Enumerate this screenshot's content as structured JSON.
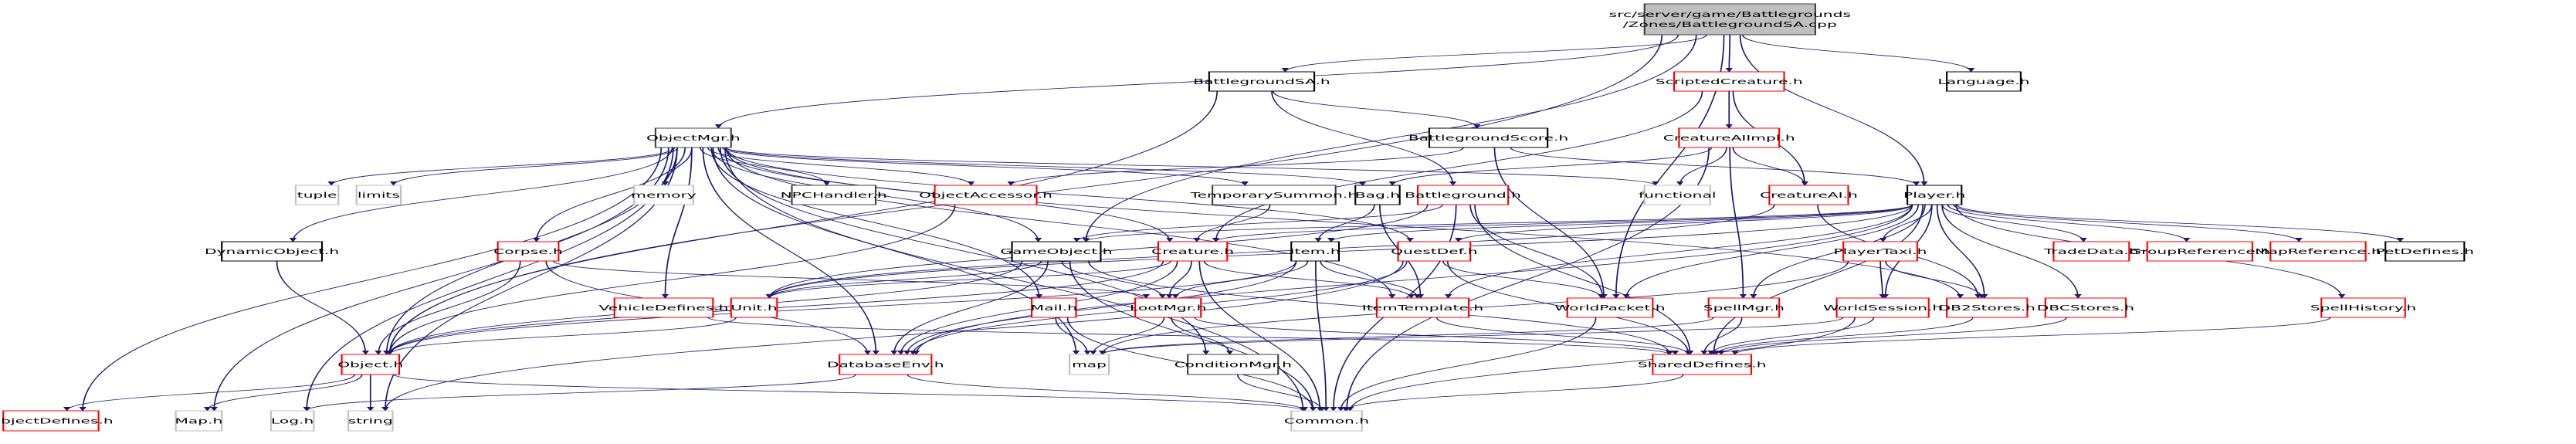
{
  "colors": {
    "edge": "#191970",
    "red": "#ff0000",
    "black": "#000000",
    "gray": "#bfbfbf",
    "dark": "#404040",
    "source_fill": "#bfbfbf"
  },
  "nodes": [
    {
      "id": "src",
      "label": [
        "src/server/game/Battlegrounds",
        "/Zones/BattlegroundSA.cpp"
      ],
      "style": "source"
    },
    {
      "id": "BattlegroundSA",
      "label": "BattlegroundSA.h",
      "style": "black"
    },
    {
      "id": "ScriptedCreature",
      "label": "ScriptedCreature.h",
      "style": "red"
    },
    {
      "id": "Language",
      "label": "Language.h",
      "style": "black"
    },
    {
      "id": "ObjectMgr",
      "label": "ObjectMgr.h",
      "style": "dark"
    },
    {
      "id": "BattlegroundScore",
      "label": "BattlegroundScore.h",
      "style": "black"
    },
    {
      "id": "CreatureAIImpl",
      "label": "CreatureAIImpl.h",
      "style": "red"
    },
    {
      "id": "tuple",
      "label": "tuple",
      "style": "gray"
    },
    {
      "id": "limits",
      "label": "limits",
      "style": "gray"
    },
    {
      "id": "memory",
      "label": "memory",
      "style": "gray"
    },
    {
      "id": "NPCHandler",
      "label": "NPCHandler.h",
      "style": "dark"
    },
    {
      "id": "ObjectAccessor",
      "label": "ObjectAccessor.h",
      "style": "red"
    },
    {
      "id": "TemporarySummon",
      "label": "TemporarySummon.h",
      "style": "dark"
    },
    {
      "id": "Bag",
      "label": "Bag.h",
      "style": "black"
    },
    {
      "id": "Battleground",
      "label": "Battleground.h",
      "style": "red"
    },
    {
      "id": "functional",
      "label": "functional",
      "style": "gray"
    },
    {
      "id": "CreatureAI",
      "label": "CreatureAI.h",
      "style": "red"
    },
    {
      "id": "Player",
      "label": "Player.h",
      "style": "black"
    },
    {
      "id": "DynamicObject",
      "label": "DynamicObject.h",
      "style": "black"
    },
    {
      "id": "Corpse",
      "label": "Corpse.h",
      "style": "red"
    },
    {
      "id": "GameObject",
      "label": "GameObject.h",
      "style": "black"
    },
    {
      "id": "Creature",
      "label": "Creature.h",
      "style": "red"
    },
    {
      "id": "Item",
      "label": "Item.h",
      "style": "black"
    },
    {
      "id": "QuestDef",
      "label": "QuestDef.h",
      "style": "red"
    },
    {
      "id": "PlayerTaxi",
      "label": "PlayerTaxi.h",
      "style": "red"
    },
    {
      "id": "TradeData",
      "label": "TradeData.h",
      "style": "red"
    },
    {
      "id": "GroupReference",
      "label": "GroupReference.h",
      "style": "red"
    },
    {
      "id": "MapReference",
      "label": "MapReference.h",
      "style": "red"
    },
    {
      "id": "PetDefines",
      "label": "PetDefines.h",
      "style": "black"
    },
    {
      "id": "VehicleDefines",
      "label": "VehicleDefines.h",
      "style": "red"
    },
    {
      "id": "Unit",
      "label": "Unit.h",
      "style": "red"
    },
    {
      "id": "Mail",
      "label": "Mail.h",
      "style": "red"
    },
    {
      "id": "LootMgr",
      "label": "LootMgr.h",
      "style": "red"
    },
    {
      "id": "ItemTemplate",
      "label": "ItemTemplate.h",
      "style": "red"
    },
    {
      "id": "WorldPacket",
      "label": "WorldPacket.h",
      "style": "red"
    },
    {
      "id": "SpellMgr",
      "label": "SpellMgr.h",
      "style": "red"
    },
    {
      "id": "WorldSession",
      "label": "WorldSession.h",
      "style": "red"
    },
    {
      "id": "DB2Stores",
      "label": "DB2Stores.h",
      "style": "red"
    },
    {
      "id": "DBCStores",
      "label": "DBCStores.h",
      "style": "red"
    },
    {
      "id": "SpellHistory",
      "label": "SpellHistory.h",
      "style": "red"
    },
    {
      "id": "Object",
      "label": "Object.h",
      "style": "red"
    },
    {
      "id": "DatabaseEnv",
      "label": "DatabaseEnv.h",
      "style": "red"
    },
    {
      "id": "map",
      "label": "map",
      "style": "gray"
    },
    {
      "id": "ConditionMgr",
      "label": "ConditionMgr.h",
      "style": "dark"
    },
    {
      "id": "SharedDefines",
      "label": "SharedDefines.h",
      "style": "red"
    },
    {
      "id": "ObjectDefines",
      "label": "ObjectDefines.h",
      "style": "red"
    },
    {
      "id": "Map",
      "label": "Map.h",
      "style": "gray"
    },
    {
      "id": "Log",
      "label": "Log.h",
      "style": "gray"
    },
    {
      "id": "string",
      "label": "string",
      "style": "gray"
    },
    {
      "id": "Common",
      "label": "Common.h",
      "style": "gray"
    }
  ],
  "edges": [
    [
      "src",
      "ObjectMgr"
    ],
    [
      "src",
      "BattlegroundSA"
    ],
    [
      "src",
      "ScriptedCreature"
    ],
    [
      "src",
      "Language"
    ],
    [
      "src",
      "Player"
    ],
    [
      "src",
      "GameObject"
    ],
    [
      "src",
      "WorldPacket"
    ],
    [
      "src",
      "Object"
    ],
    [
      "BattlegroundSA",
      "Object"
    ],
    [
      "BattlegroundSA",
      "BattlegroundScore"
    ],
    [
      "BattlegroundSA",
      "Battleground"
    ],
    [
      "BattlegroundScore",
      "ObjectAccessor"
    ],
    [
      "BattlegroundScore",
      "Player"
    ],
    [
      "BattlegroundScore",
      "WorldPacket"
    ],
    [
      "ScriptedCreature",
      "CreatureAIImpl"
    ],
    [
      "ScriptedCreature",
      "CreatureAI"
    ],
    [
      "ScriptedCreature",
      "Creature"
    ],
    [
      "CreatureAIImpl",
      "CreatureAI"
    ],
    [
      "CreatureAIImpl",
      "functional"
    ],
    [
      "CreatureAIImpl",
      "SpellMgr"
    ],
    [
      "CreatureAIImpl",
      "Common"
    ],
    [
      "CreatureAIImpl",
      "Bag"
    ],
    [
      "ObjectMgr",
      "tuple"
    ],
    [
      "ObjectMgr",
      "limits"
    ],
    [
      "ObjectMgr",
      "memory"
    ],
    [
      "ObjectMgr",
      "NPCHandler"
    ],
    [
      "ObjectMgr",
      "DynamicObject"
    ],
    [
      "ObjectMgr",
      "Corpse"
    ],
    [
      "ObjectMgr",
      "VehicleDefines"
    ],
    [
      "ObjectMgr",
      "Object"
    ],
    [
      "ObjectMgr",
      "ObjectDefines"
    ],
    [
      "ObjectMgr",
      "Map"
    ],
    [
      "ObjectMgr",
      "Log"
    ],
    [
      "ObjectMgr",
      "string"
    ],
    [
      "ObjectMgr",
      "ObjectAccessor"
    ],
    [
      "ObjectMgr",
      "TemporarySummon"
    ],
    [
      "ObjectMgr",
      "Bag"
    ],
    [
      "ObjectMgr",
      "GameObject"
    ],
    [
      "ObjectMgr",
      "Creature"
    ],
    [
      "ObjectMgr",
      "QuestDef"
    ],
    [
      "ObjectMgr",
      "Mail"
    ],
    [
      "ObjectMgr",
      "ConditionMgr"
    ],
    [
      "ObjectMgr",
      "DatabaseEnv"
    ],
    [
      "ObjectMgr",
      "ItemTemplate"
    ],
    [
      "ObjectMgr",
      "functional"
    ],
    [
      "ObjectMgr",
      "DB2Stores"
    ],
    [
      "ObjectMgr",
      "Common"
    ],
    [
      "ObjectMgr",
      "map"
    ],
    [
      "Player",
      "TradeData"
    ],
    [
      "Player",
      "GroupReference"
    ],
    [
      "Player",
      "MapReference"
    ],
    [
      "Player",
      "PetDefines"
    ],
    [
      "Player",
      "PlayerTaxi"
    ],
    [
      "Player",
      "DB2Stores"
    ],
    [
      "Player",
      "WorldSession"
    ],
    [
      "Player",
      "SpellMgr"
    ],
    [
      "Player",
      "DBCStores"
    ],
    [
      "Player",
      "SpellHistory"
    ],
    [
      "Player",
      "Item"
    ],
    [
      "Player",
      "Creature"
    ],
    [
      "Player",
      "QuestDef"
    ],
    [
      "Player",
      "GameObject"
    ],
    [
      "Player",
      "Unit"
    ],
    [
      "Player",
      "WorldPacket"
    ],
    [
      "Player",
      "SharedDefines"
    ],
    [
      "Player",
      "DatabaseEnv"
    ],
    [
      "Player",
      "ItemTemplate"
    ],
    [
      "Battleground",
      "GameObject"
    ],
    [
      "Battleground",
      "WorldPacket"
    ],
    [
      "Battleground",
      "SharedDefines"
    ],
    [
      "Battleground",
      "Common"
    ],
    [
      "Battleground",
      "Unit"
    ],
    [
      "Bag",
      "Item"
    ],
    [
      "Bag",
      "ItemTemplate"
    ],
    [
      "TemporarySummon",
      "Creature"
    ],
    [
      "Corpse",
      "Object"
    ],
    [
      "Corpse",
      "DatabaseEnv"
    ],
    [
      "Corpse",
      "LootMgr"
    ],
    [
      "DynamicObject",
      "Object"
    ],
    [
      "GameObject",
      "Object"
    ],
    [
      "GameObject",
      "Unit"
    ],
    [
      "GameObject",
      "LootMgr"
    ],
    [
      "GameObject",
      "DatabaseEnv"
    ],
    [
      "GameObject",
      "Common"
    ],
    [
      "GameObject",
      "SharedDefines"
    ],
    [
      "Creature",
      "Unit"
    ],
    [
      "Creature",
      "LootMgr"
    ],
    [
      "Creature",
      "ItemTemplate"
    ],
    [
      "Creature",
      "Common"
    ],
    [
      "Creature",
      "DatabaseEnv"
    ],
    [
      "Creature",
      "Object"
    ],
    [
      "Item",
      "Object"
    ],
    [
      "Item",
      "LootMgr"
    ],
    [
      "Item",
      "ItemTemplate"
    ],
    [
      "Item",
      "Common"
    ],
    [
      "Item",
      "DatabaseEnv"
    ],
    [
      "QuestDef",
      "WorldPacket"
    ],
    [
      "QuestDef",
      "SharedDefines"
    ],
    [
      "QuestDef",
      "DatabaseEnv"
    ],
    [
      "QuestDef",
      "string"
    ],
    [
      "Unit",
      "Object"
    ],
    [
      "Mail",
      "map"
    ],
    [
      "Mail",
      "Common"
    ],
    [
      "LootMgr",
      "map"
    ],
    [
      "LootMgr",
      "ConditionMgr"
    ],
    [
      "LootMgr",
      "SharedDefines"
    ],
    [
      "ItemTemplate",
      "SharedDefines"
    ],
    [
      "WorldPacket",
      "Common"
    ],
    [
      "ConditionMgr",
      "Common"
    ],
    [
      "DatabaseEnv",
      "Log"
    ],
    [
      "DatabaseEnv",
      "Common"
    ],
    [
      "Object",
      "ObjectDefines"
    ],
    [
      "Object",
      "Map"
    ],
    [
      "Object",
      "string"
    ],
    [
      "Object",
      "Common"
    ],
    [
      "PlayerTaxi",
      "WorldSession"
    ],
    [
      "PlayerTaxi",
      "DB2Stores"
    ],
    [
      "PlayerTaxi",
      "map"
    ],
    [
      "WorldSession",
      "SharedDefines"
    ],
    [
      "WorldSession",
      "Common"
    ],
    [
      "WorldSession",
      "map"
    ],
    [
      "DB2Stores",
      "SharedDefines"
    ],
    [
      "DBCStores",
      "SharedDefines"
    ],
    [
      "SpellHistory",
      "SharedDefines"
    ],
    [
      "SpellMgr",
      "SharedDefines"
    ],
    [
      "SpellMgr",
      "map"
    ],
    [
      "SharedDefines",
      "Common"
    ],
    [
      "CreatureAI",
      "Unit"
    ],
    [
      "CreatureAI",
      "DB2Stores"
    ],
    [
      "VehicleDefines",
      "SharedDefines"
    ],
    [
      "ObjectAccessor",
      "Object"
    ]
  ]
}
